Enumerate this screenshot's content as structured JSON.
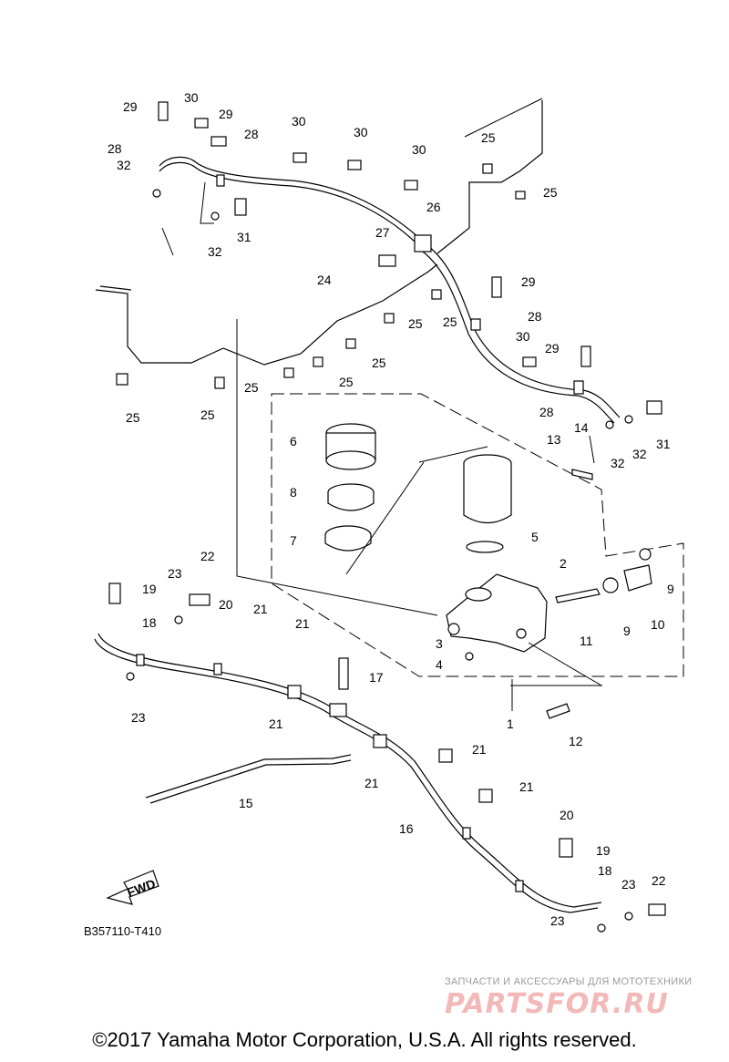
{
  "diagram": {
    "diagram_code": "B357110-T410",
    "direction_label": "FWD",
    "callouts": [
      "1",
      "2",
      "3",
      "4",
      "5",
      "6",
      "7",
      "8",
      "9",
      "9",
      "10",
      "11",
      "12",
      "13",
      "14",
      "15",
      "16",
      "17",
      "18",
      "18",
      "19",
      "19",
      "20",
      "20",
      "21",
      "21",
      "21",
      "21",
      "21",
      "21",
      "21",
      "22",
      "22",
      "23",
      "23",
      "23",
      "23",
      "24",
      "25",
      "25",
      "25",
      "25",
      "25",
      "25",
      "25",
      "25",
      "25",
      "25",
      "26",
      "27",
      "28",
      "28",
      "28",
      "28",
      "29",
      "29",
      "29",
      "29",
      "30",
      "30",
      "30",
      "30",
      "30",
      "30",
      "31",
      "31",
      "32",
      "32",
      "32",
      "32"
    ]
  },
  "watermark": {
    "tagline": "ЗАПЧАСТИ И АКСЕССУАРЫ ДЛЯ МОТОТЕХНИКИ",
    "logo_text": "PARTSFOR.RU"
  },
  "footer": {
    "copyright": "©2017 Yamaha Motor Corporation, U.S.A. All rights reserved."
  }
}
